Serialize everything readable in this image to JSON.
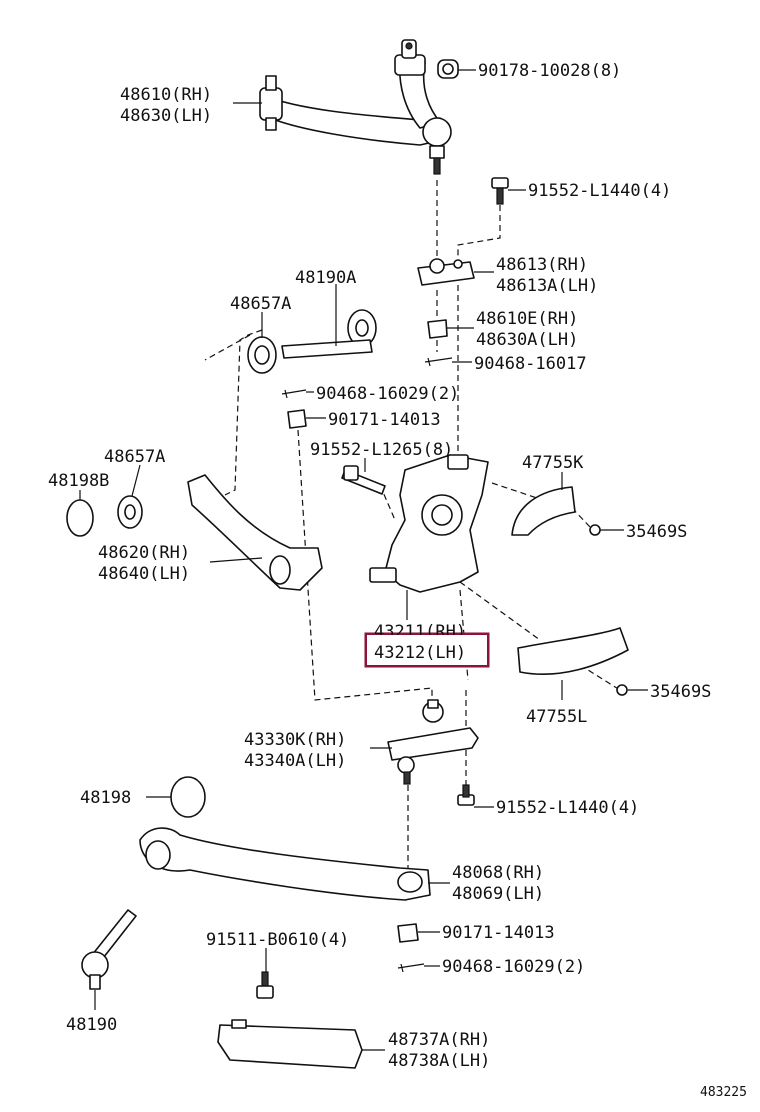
{
  "diagram": {
    "code": "483225",
    "highlight_color": "#8a1538",
    "labels": [
      {
        "id": "l48610",
        "lines": [
          "48610(RH)",
          "48630(LH)"
        ]
      },
      {
        "id": "l90178",
        "lines": [
          "90178-10028(8)"
        ]
      },
      {
        "id": "l91552a",
        "lines": [
          "91552-L1440(4)"
        ]
      },
      {
        "id": "l48613",
        "lines": [
          "48613(RH)",
          "48613A(LH)"
        ]
      },
      {
        "id": "l48190a",
        "lines": [
          "48190A"
        ]
      },
      {
        "id": "l48657a1",
        "lines": [
          "48657A"
        ]
      },
      {
        "id": "l48610e",
        "lines": [
          "48610E(RH)",
          "48630A(LH)"
        ]
      },
      {
        "id": "l90468a",
        "lines": [
          "90468-16017"
        ]
      },
      {
        "id": "l90468b",
        "lines": [
          "90468-16029(2)"
        ]
      },
      {
        "id": "l90171a",
        "lines": [
          "90171-14013"
        ]
      },
      {
        "id": "l91552b",
        "lines": [
          "91552-L1265(8)"
        ]
      },
      {
        "id": "l47755k",
        "lines": [
          "47755K"
        ]
      },
      {
        "id": "l48657a2",
        "lines": [
          "48657A"
        ]
      },
      {
        "id": "l48198b",
        "lines": [
          "48198B"
        ]
      },
      {
        "id": "l35469s1",
        "lines": [
          "35469S"
        ]
      },
      {
        "id": "l48620",
        "lines": [
          "48620(RH)",
          "48640(LH)"
        ]
      },
      {
        "id": "l43211",
        "lines": [
          "43211(RH)"
        ]
      },
      {
        "id": "l43212",
        "lines": [
          "43212(LH)"
        ]
      },
      {
        "id": "l35469s2",
        "lines": [
          "35469S"
        ]
      },
      {
        "id": "l47755l",
        "lines": [
          "47755L"
        ]
      },
      {
        "id": "l43330k",
        "lines": [
          "43330K(RH)",
          "43340A(LH)"
        ]
      },
      {
        "id": "l48198",
        "lines": [
          "48198"
        ]
      },
      {
        "id": "l91552c",
        "lines": [
          "91552-L1440(4)"
        ]
      },
      {
        "id": "l48068",
        "lines": [
          "48068(RH)",
          "48069(LH)"
        ]
      },
      {
        "id": "l90171b",
        "lines": [
          "90171-14013"
        ]
      },
      {
        "id": "l91511",
        "lines": [
          "91511-B0610(4)"
        ]
      },
      {
        "id": "l90468c",
        "lines": [
          "90468-16029(2)"
        ]
      },
      {
        "id": "l48190",
        "lines": [
          "48190"
        ]
      },
      {
        "id": "l48737a",
        "lines": [
          "48737A(RH)",
          "48738A(LH)"
        ]
      }
    ]
  }
}
